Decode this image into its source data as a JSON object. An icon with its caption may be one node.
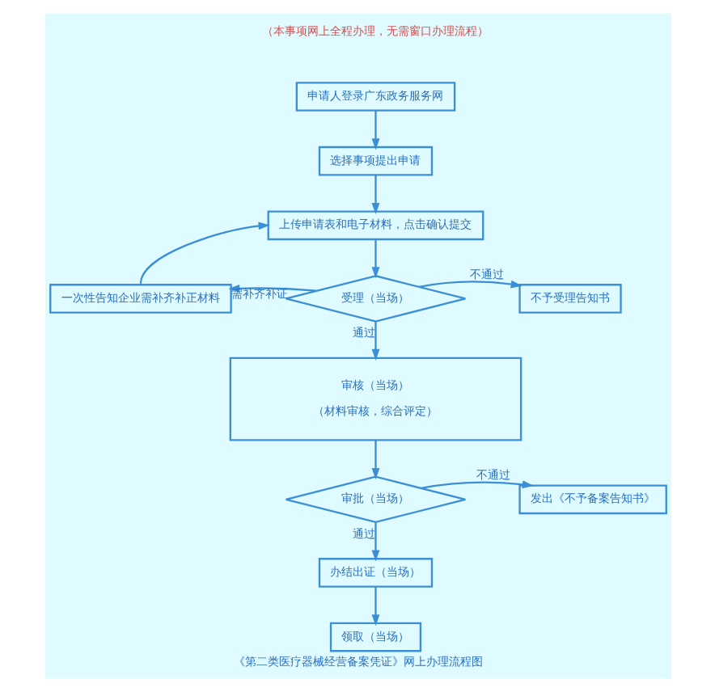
{
  "diagram": {
    "caption": "《第二类医疗器械经营备案凭证》网上办理流程图",
    "nodes": [
      {
        "text": [
          "申请人登录广东政务服务网"
        ]
      },
      {
        "text": [
          "选择事项提出申请"
        ]
      },
      {
        "text": [
          "上传申请表和电子材料，点击确认提交"
        ]
      },
      {
        "text": [
          "受理（当场）"
        ]
      },
      {
        "text": [
          "一次性告知企业需补齐补正材料"
        ]
      },
      {
        "text": [
          "不予受理告知书"
        ]
      },
      {
        "text": [
          "审核（当场）",
          "（材料审核，综合评定）"
        ]
      },
      {
        "text": [
          "审批（当场）"
        ]
      },
      {
        "text": [
          "发出《不予备案告知书》"
        ]
      },
      {
        "text": [
          "办结出证（当场）"
        ]
      },
      {
        "text": [
          "领取（当场）"
        ]
      }
    ],
    "edges": [
      {
        "from": 0,
        "to": 1,
        "arrow": "to"
      },
      {
        "from": 1,
        "to": 2,
        "arrow": "to"
      },
      {
        "from": 2,
        "to": 3,
        "arrow": "to"
      },
      {
        "from": 3,
        "to": 4,
        "arrow": "to",
        "label": "需补齐补证"
      },
      {
        "from": 4,
        "to": 2,
        "arrow": "to"
      },
      {
        "from": 3,
        "to": 5,
        "arrow": "to",
        "label": "不通过"
      },
      {
        "from": 3,
        "to": 6,
        "arrow": "to",
        "label": "通过"
      },
      {
        "from": 6,
        "to": 7,
        "arrow": "to"
      },
      {
        "from": 7,
        "to": 8,
        "arrow": "to",
        "label": "不通过"
      },
      {
        "from": 7,
        "to": 9,
        "arrow": "to",
        "label": "通过"
      },
      {
        "from": 9,
        "to": 10,
        "arrow": "to"
      }
    ],
    "labels": [
      "（本事项网上全程办理，无需窗口办理流程）"
    ]
  }
}
